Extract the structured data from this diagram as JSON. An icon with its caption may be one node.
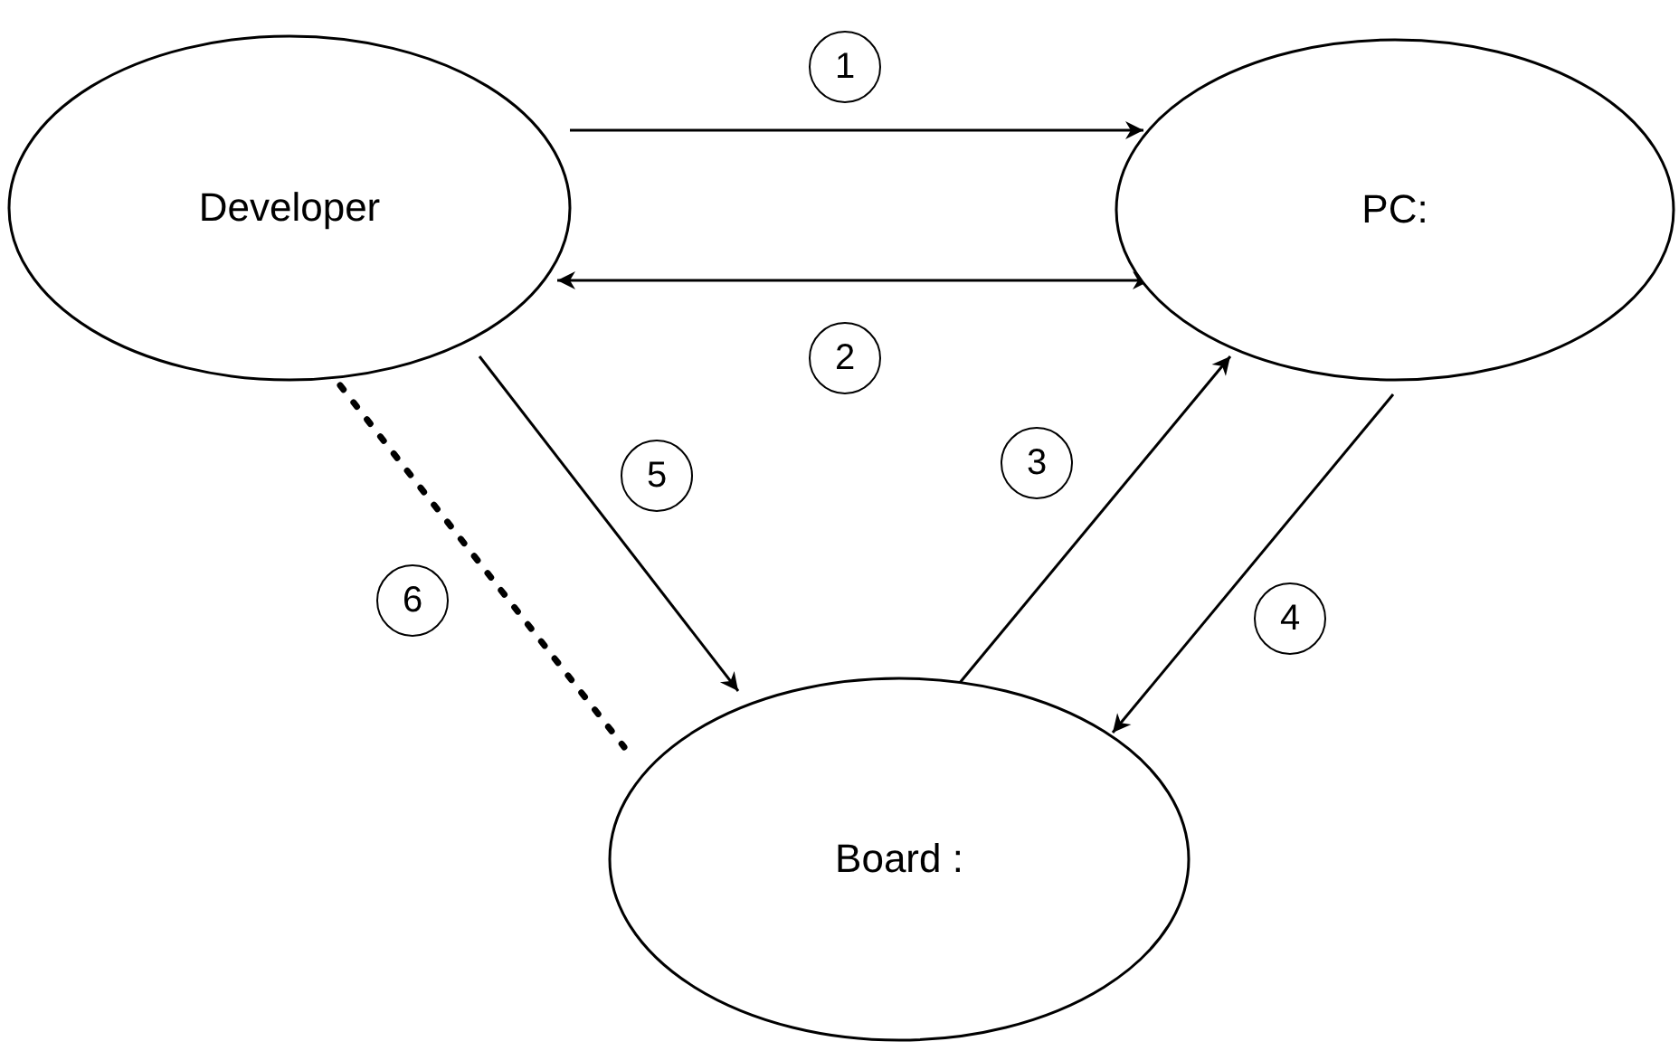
{
  "diagram": {
    "nodes": [
      {
        "text": [
          "Developer"
        ]
      },
      {
        "text": [
          "PC:"
        ]
      },
      {
        "text": [
          "Board :"
        ]
      }
    ],
    "edges": [
      {
        "from": 0,
        "to": 1,
        "arrow": "to",
        "label": "1"
      },
      {
        "from": 0,
        "to": 1,
        "arrow": "both",
        "label": "2"
      },
      {
        "from": 2,
        "to": 1,
        "arrow": "to",
        "label": "3"
      },
      {
        "from": 1,
        "to": 2,
        "arrow": "to",
        "label": "4"
      },
      {
        "from": 0,
        "to": 2,
        "arrow": "to",
        "label": "5"
      },
      {
        "from": 0,
        "to": 2,
        "arrow": "none",
        "label": "6",
        "style": "dashed"
      }
    ]
  }
}
